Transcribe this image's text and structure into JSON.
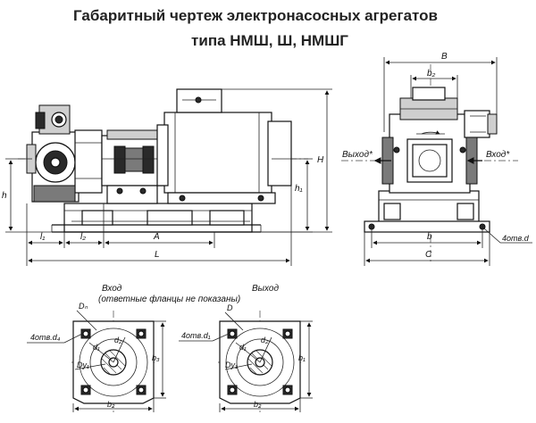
{
  "title": {
    "line1": "Габаритный чертеж электронасосных агрегатов",
    "line2": "типа НМШ, Ш, НМШГ"
  },
  "side_view": {
    "dims": {
      "h": "h",
      "h1": "h₁",
      "H": "H",
      "l1": "l₁",
      "l2": "l₂",
      "A": "A",
      "L": "L"
    }
  },
  "front_view": {
    "dims": {
      "B": "B",
      "b2": "b₂",
      "b": "b",
      "C": "C"
    },
    "outlet_label": "Выход*",
    "inlet_label": "Вход*",
    "holes_label": "4отв.d"
  },
  "flanges": {
    "inlet": {
      "title": "Вход",
      "dims": {
        "Dn": "Dₙ",
        "holes": "4отв.d₄",
        "Dy": "Dy₁",
        "b": "b₂",
        "b_side": "b₃",
        "d1": "d₁",
        "d2": "d₂"
      }
    },
    "outlet": {
      "title": "Выход",
      "dims": {
        "D": "D",
        "holes": "4отв.d₁",
        "Dy": "Dy₁",
        "b": "b₂",
        "b_side": "b₁",
        "d1": "d₁",
        "d2": "d₂"
      }
    },
    "note": "(ответные фланцы не показаны)"
  }
}
